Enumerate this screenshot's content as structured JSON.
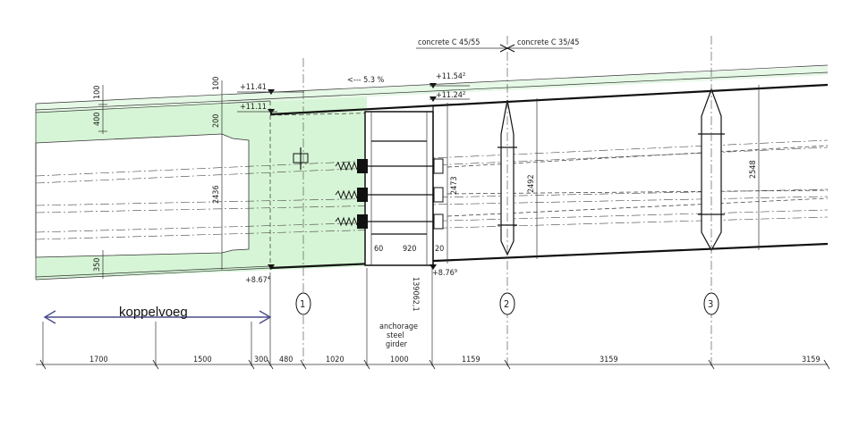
{
  "materials": {
    "left": "concrete C 45/55",
    "right": "concrete C 35/45"
  },
  "slope": "<--- 5.3 %",
  "levels": {
    "top_left_1": "+11.41",
    "top_left_2": "+11.11",
    "top_mid_1": "+11.54²",
    "top_mid_2": "+11.24²",
    "bot_left": "+8.67⁴",
    "bot_mid": "+8.76⁹"
  },
  "vertical_dims": {
    "v100a": "100",
    "v400": "400",
    "v100b": "100",
    "v200": "200",
    "v2436": "2436",
    "v350": "350",
    "v2473": "2473",
    "v2492": "2492",
    "v2548": "2548",
    "v139062": "139062,1"
  },
  "girder_dims": {
    "d60": "60",
    "d920": "920",
    "d20": "20"
  },
  "axes": [
    "1",
    "2",
    "3"
  ],
  "joint_label": "koppelvoeg",
  "anchorage_label": [
    "anchorage",
    "steel",
    "girder"
  ],
  "bottom_dims": [
    "1700",
    "1500",
    "300",
    "480",
    "1020",
    "1000",
    "1159",
    "3159",
    "3159"
  ],
  "colors": {
    "concrete_fill": "#d6f5d6",
    "line": "#222222"
  }
}
